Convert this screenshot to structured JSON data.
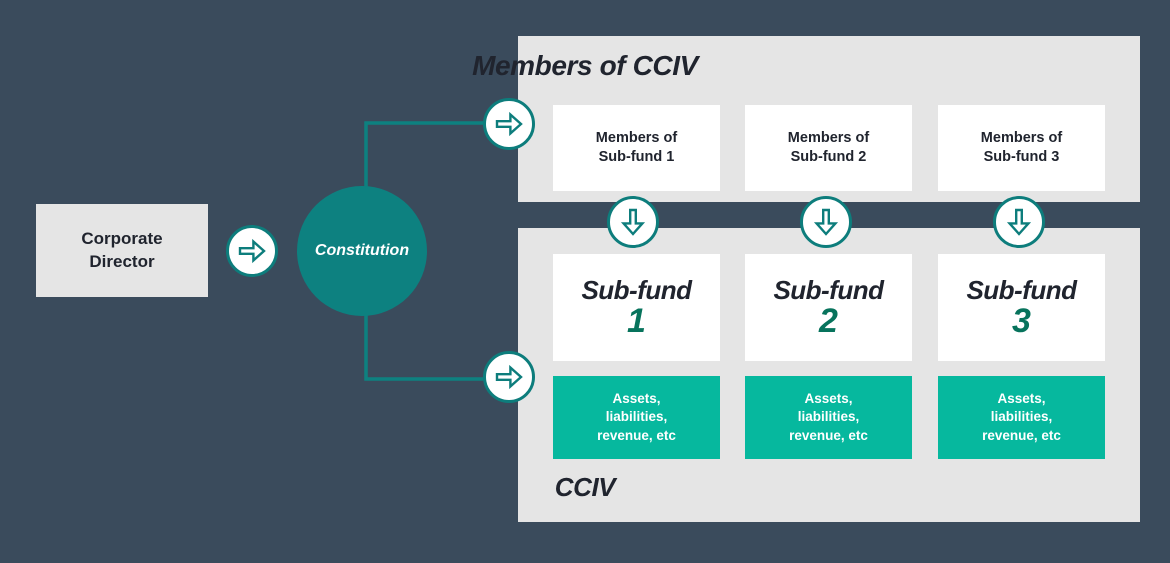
{
  "colors": {
    "background": "#3a4b5c",
    "panel": "#e5e5e5",
    "card": "#ffffff",
    "teal_dark": "#0d8180",
    "teal_bright": "#06b89e",
    "teal_accent": "#0d7d7c",
    "number_green": "#07735c",
    "text_dark": "#20242e",
    "text_light": "#ffffff"
  },
  "left": {
    "corporate_director_label": "Corporate\nDirector",
    "constitution_label": "Constitution"
  },
  "members_panel": {
    "title": "Members of CCIV",
    "cards": [
      {
        "label": "Members of\nSub-fund 1"
      },
      {
        "label": "Members of\nSub-fund 2"
      },
      {
        "label": "Members of\nSub-fund 3"
      }
    ]
  },
  "cciv_panel": {
    "title": "CCIV",
    "subfunds": [
      {
        "label": "Sub-fund",
        "number": "1",
        "assets": "Assets,\nliabilities,\nrevenue, etc"
      },
      {
        "label": "Sub-fund",
        "number": "2",
        "assets": "Assets,\nliabilities,\nrevenue, etc"
      },
      {
        "label": "Sub-fund",
        "number": "3",
        "assets": "Assets,\nliabilities,\nrevenue, etc"
      }
    ]
  },
  "icons": {
    "arrow_right": "arrow-right-icon",
    "arrow_down": "arrow-down-icon"
  }
}
